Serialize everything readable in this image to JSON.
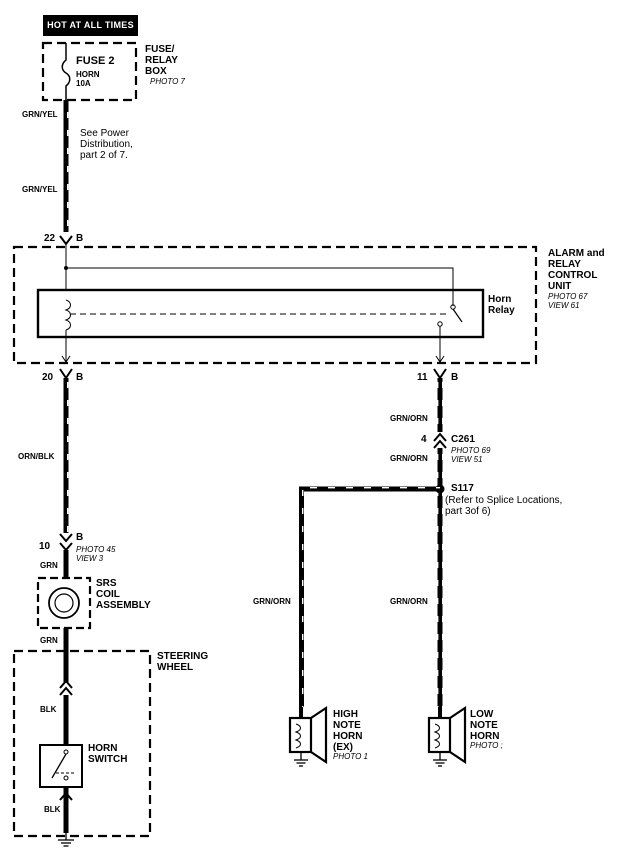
{
  "header": {
    "hot_label": "HOT AT ALL TIMES"
  },
  "fuse_box": {
    "name": "FUSE/\nRELAY\nBOX",
    "photo": "PHOTO 7",
    "fuse": "FUSE 2",
    "circuit": "HORN",
    "rating": "10A"
  },
  "power_note": "See Power\nDistribution,\npart 2 of 7.",
  "wires": {
    "grn_yel": "GRN/YEL",
    "orn_blk": "ORN/BLK",
    "grn": "GRN",
    "blk": "BLK",
    "grn_orn": "GRN/ORN"
  },
  "alarm_unit": {
    "name": "ALARM and\nRELAY\nCONTROL\nUNIT",
    "photo": "PHOTO 67",
    "view": "VIEW 61",
    "relay": "Horn\nRelay",
    "pin_in": "22",
    "pin_out_left": "20",
    "pin_out_right": "11",
    "connector": "B"
  },
  "c261": {
    "pin": "4",
    "name": "C261",
    "photo": "PHOTO 69",
    "view": "VIEW 51"
  },
  "splice": {
    "name": "S117",
    "note": "(Refer to Splice Locations,\npart 3of 6)"
  },
  "srs_connector": {
    "pin": "10",
    "name": "B",
    "photo": "PHOTO 45",
    "view": "VIEW 3"
  },
  "srs_coil": {
    "name": "SRS\nCOIL\nASSEMBLY"
  },
  "steering_wheel": {
    "name": "STEERING\nWHEEL"
  },
  "horn_switch": {
    "name": "HORN\nSWITCH"
  },
  "high_horn": {
    "name": "HIGH\nNOTE\nHORN\n(EX)",
    "photo": "PHOTO 1"
  },
  "low_horn": {
    "name": "LOW\nNOTE\nHORN",
    "photo": "PHOTO ;"
  }
}
